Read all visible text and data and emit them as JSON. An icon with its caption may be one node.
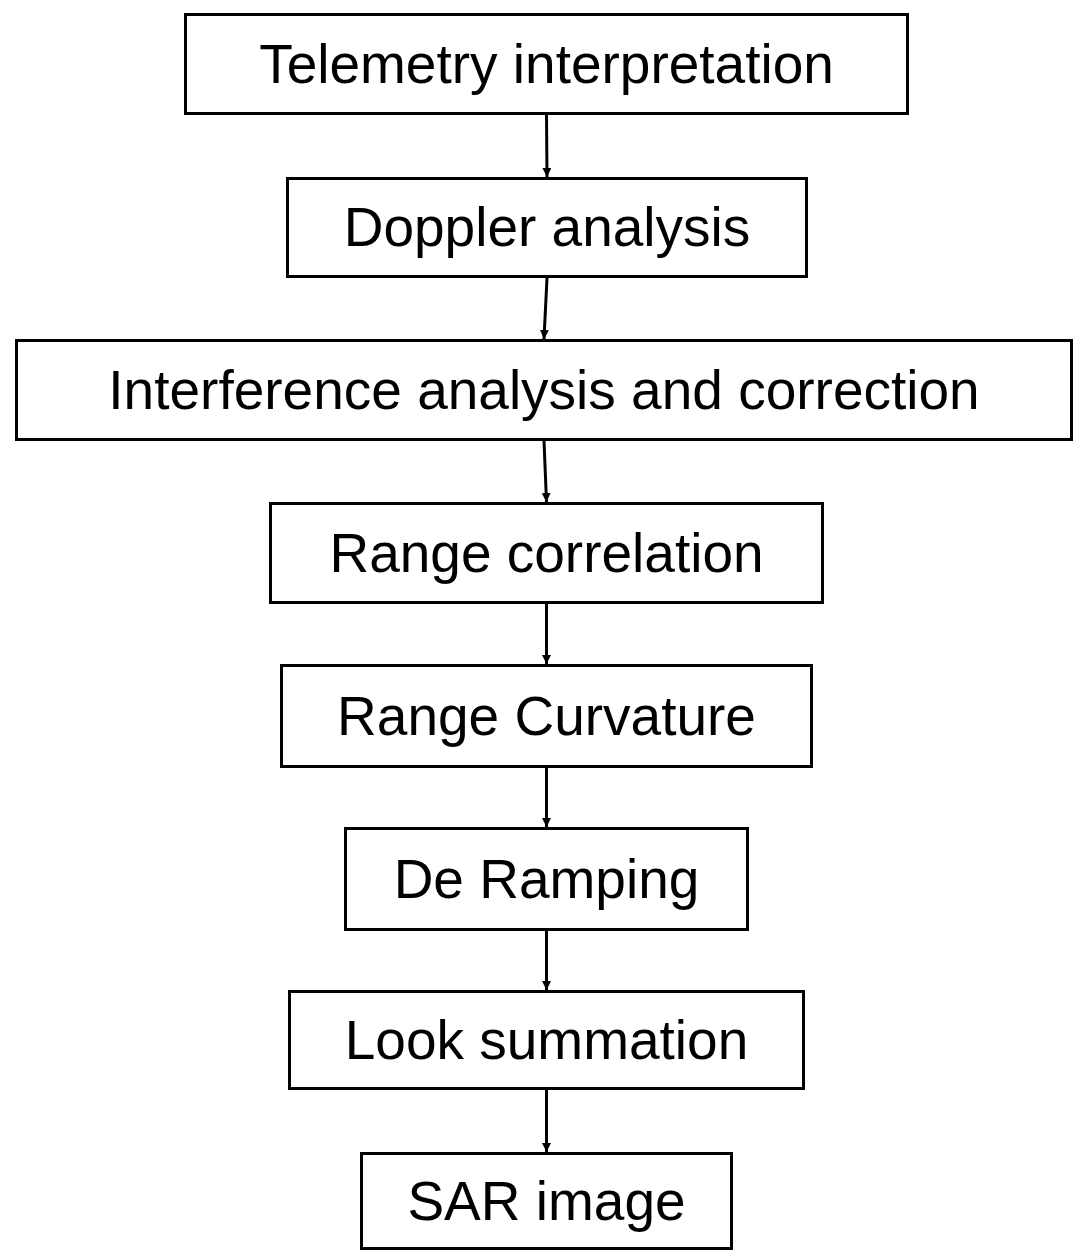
{
  "diagram": {
    "nodes": [
      {
        "text": [
          "Telemetry interpretation"
        ]
      },
      {
        "text": [
          "Doppler analysis"
        ]
      },
      {
        "text": [
          "Interference analysis and correction"
        ]
      },
      {
        "text": [
          "Range correlation"
        ]
      },
      {
        "text": [
          "Range Curvature"
        ]
      },
      {
        "text": [
          "De Ramping"
        ]
      },
      {
        "text": [
          "Look summation"
        ]
      },
      {
        "text": [
          "SAR image"
        ]
      }
    ],
    "edges": [
      {
        "from": 0,
        "to": 1,
        "arrow": "to"
      },
      {
        "from": 1,
        "to": 2,
        "arrow": "to"
      },
      {
        "from": 2,
        "to": 3,
        "arrow": "to"
      },
      {
        "from": 3,
        "to": 4,
        "arrow": "to"
      },
      {
        "from": 4,
        "to": 5,
        "arrow": "to"
      },
      {
        "from": 5,
        "to": 6,
        "arrow": "to"
      },
      {
        "from": 6,
        "to": 7,
        "arrow": "to"
      }
    ]
  }
}
